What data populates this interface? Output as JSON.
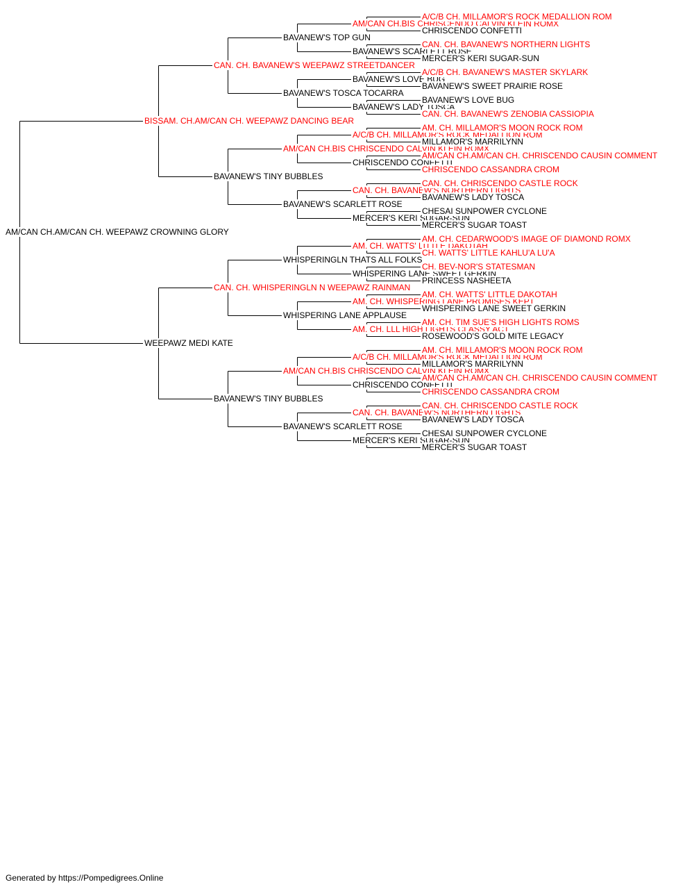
{
  "colors": {
    "titled": "#ff0000",
    "plain": "#000000",
    "connector": "#000000",
    "background": "#ffffff"
  },
  "pedigree": {
    "name": "AM/CAN CH.AM/CAN CH. WEEPAWZ CROWNING GLORY",
    "titled": false,
    "sire": {
      "name": "BISSAM. CH.AM/CAN CH. WEEPAWZ DANCING BEAR",
      "titled": true,
      "sire": {
        "name": "CAN. CH. BAVANEW'S WEEPAWZ STREETDANCER",
        "titled": true,
        "sire": {
          "name": "BAVANEW'S TOP GUN",
          "titled": false,
          "sire": {
            "name": "AM/CAN CH.BIS CHRISCENDO CALVIN KLEIN ROMX",
            "titled": true,
            "sire": {
              "name": "A/C/B CH. MILLAMOR'S ROCK MEDALLION ROM",
              "titled": true
            },
            "dam": {
              "name": "CHRISCENDO CONFETTI",
              "titled": false
            }
          },
          "dam": {
            "name": "BAVANEW'S SCARLETT ROSE",
            "titled": false,
            "sire": {
              "name": "CAN. CH. BAVANEW'S NORTHERN LIGHTS",
              "titled": true
            },
            "dam": {
              "name": "MERCER'S KERI SUGAR-SUN",
              "titled": false
            }
          }
        },
        "dam": {
          "name": "BAVANEW'S TOSCA TOCARRA",
          "titled": false,
          "sire": {
            "name": "BAVANEW'S LOVE BUG",
            "titled": false,
            "sire": {
              "name": "A/C/B CH. BAVANEW'S MASTER SKYLARK",
              "titled": true
            },
            "dam": {
              "name": "BAVANEW'S SWEET PRAIRIE ROSE",
              "titled": false
            }
          },
          "dam": {
            "name": "BAVANEW'S LADY TOSCA",
            "titled": false,
            "sire": {
              "name": "BAVANEW'S LOVE BUG",
              "titled": false
            },
            "dam": {
              "name": "CAN. CH. BAVANEW'S ZENOBIA CASSIOPIA",
              "titled": true
            }
          }
        }
      },
      "dam": {
        "name": "BAVANEW'S TINY BUBBLES",
        "titled": false,
        "sire": {
          "name": "AM/CAN CH.BIS CHRISCENDO CALVIN KLEIN ROMX",
          "titled": true,
          "sire": {
            "name": "A/C/B CH. MILLAMOR'S ROCK MEDALLION ROM",
            "titled": true,
            "sire": {
              "name": "AM. CH. MILLAMOR'S MOON ROCK ROM",
              "titled": true
            },
            "dam": {
              "name": "MILLAMOR'S MARRILYNN",
              "titled": false
            }
          },
          "dam": {
            "name": "CHRISCENDO CONFETTI",
            "titled": false,
            "sire": {
              "name": "AM/CAN CH.AM/CAN CH. CHRISCENDO CAUSIN COMMENT",
              "titled": true
            },
            "dam": {
              "name": "CHRISCENDO CASSANDRA CROM",
              "titled": true
            }
          }
        },
        "dam": {
          "name": "BAVANEW'S SCARLETT ROSE",
          "titled": false,
          "sire": {
            "name": "CAN. CH. BAVANEW'S NORTHERN LIGHTS",
            "titled": true,
            "sire": {
              "name": "CAN. CH. CHRISCENDO CASTLE ROCK",
              "titled": true
            },
            "dam": {
              "name": "BAVANEW'S LADY TOSCA",
              "titled": false
            }
          },
          "dam": {
            "name": "MERCER'S KERI SUGAR-SUN",
            "titled": false,
            "sire": {
              "name": "CHESAI SUNPOWER CYCLONE",
              "titled": false
            },
            "dam": {
              "name": "MERCER'S SUGAR TOAST",
              "titled": false
            }
          }
        }
      }
    },
    "dam": {
      "name": "WEEPAWZ MEDI KATE",
      "titled": false,
      "sire": {
        "name": "CAN. CH. WHISPERINGLN N WEEPAWZ RAINMAN",
        "titled": true,
        "sire": {
          "name": "WHISPERINGLN THATS ALL FOLKS",
          "titled": false,
          "sire": {
            "name": "AM. CH. WATTS' LITTLE DAKOTAH",
            "titled": true,
            "sire": {
              "name": "AM. CH. CEDARWOOD'S IMAGE OF DIAMOND ROMX",
              "titled": true
            },
            "dam": {
              "name": "CH. WATTS' LITTLE KAHLU'A LU'A",
              "titled": true
            }
          },
          "dam": {
            "name": "WHISPERING LANE SWEET GERKIN",
            "titled": false,
            "sire": {
              "name": "CH. BEV-NOR'S STATESMAN",
              "titled": true
            },
            "dam": {
              "name": "PRINCESS NASHEETA",
              "titled": false
            }
          }
        },
        "dam": {
          "name": "WHISPERING LANE APPLAUSE",
          "titled": false,
          "sire": {
            "name": "AM. CH. WHISPERING LANE PROMISES KEPT",
            "titled": true,
            "sire": {
              "name": "AM. CH. WATTS' LITTLE DAKOTAH",
              "titled": true
            },
            "dam": {
              "name": "WHISPERING LANE SWEET GERKIN",
              "titled": false
            }
          },
          "dam": {
            "name": "AM. CH. LLL HIGH LIGHTS CLASSY ACT",
            "titled": true,
            "sire": {
              "name": "AM. CH. TIM SUE'S HIGH LIGHTS ROMS",
              "titled": true
            },
            "dam": {
              "name": "ROSEWOOD'S GOLD MITE LEGACY",
              "titled": false
            }
          }
        }
      },
      "dam": {
        "name": "BAVANEW'S TINY BUBBLES",
        "titled": false,
        "sire": {
          "name": "AM/CAN CH.BIS CHRISCENDO CALVIN KLEIN ROMX",
          "titled": true,
          "sire": {
            "name": "A/C/B CH. MILLAMOR'S ROCK MEDALLION ROM",
            "titled": true,
            "sire": {
              "name": "AM. CH. MILLAMOR'S MOON ROCK ROM",
              "titled": true
            },
            "dam": {
              "name": "MILLAMOR'S MARRILYNN",
              "titled": false
            }
          },
          "dam": {
            "name": "CHRISCENDO CONFETTI",
            "titled": false,
            "sire": {
              "name": "AM/CAN CH.AM/CAN CH. CHRISCENDO CAUSIN COMMENT",
              "titled": true
            },
            "dam": {
              "name": "CHRISCENDO CASSANDRA CROM",
              "titled": true
            }
          }
        },
        "dam": {
          "name": "BAVANEW'S SCARLETT ROSE",
          "titled": false,
          "sire": {
            "name": "CAN. CH. BAVANEW'S NORTHERN LIGHTS",
            "titled": true,
            "sire": {
              "name": "CAN. CH. CHRISCENDO CASTLE ROCK",
              "titled": true
            },
            "dam": {
              "name": "BAVANEW'S LADY TOSCA",
              "titled": false
            }
          },
          "dam": {
            "name": "MERCER'S KERI SUGAR-SUN",
            "titled": false,
            "sire": {
              "name": "CHESAI SUNPOWER CYCLONE",
              "titled": false
            },
            "dam": {
              "name": "MERCER'S SUGAR TOAST",
              "titled": false
            }
          }
        }
      }
    }
  },
  "footer": "Generated by https://Pompedigrees.Online"
}
